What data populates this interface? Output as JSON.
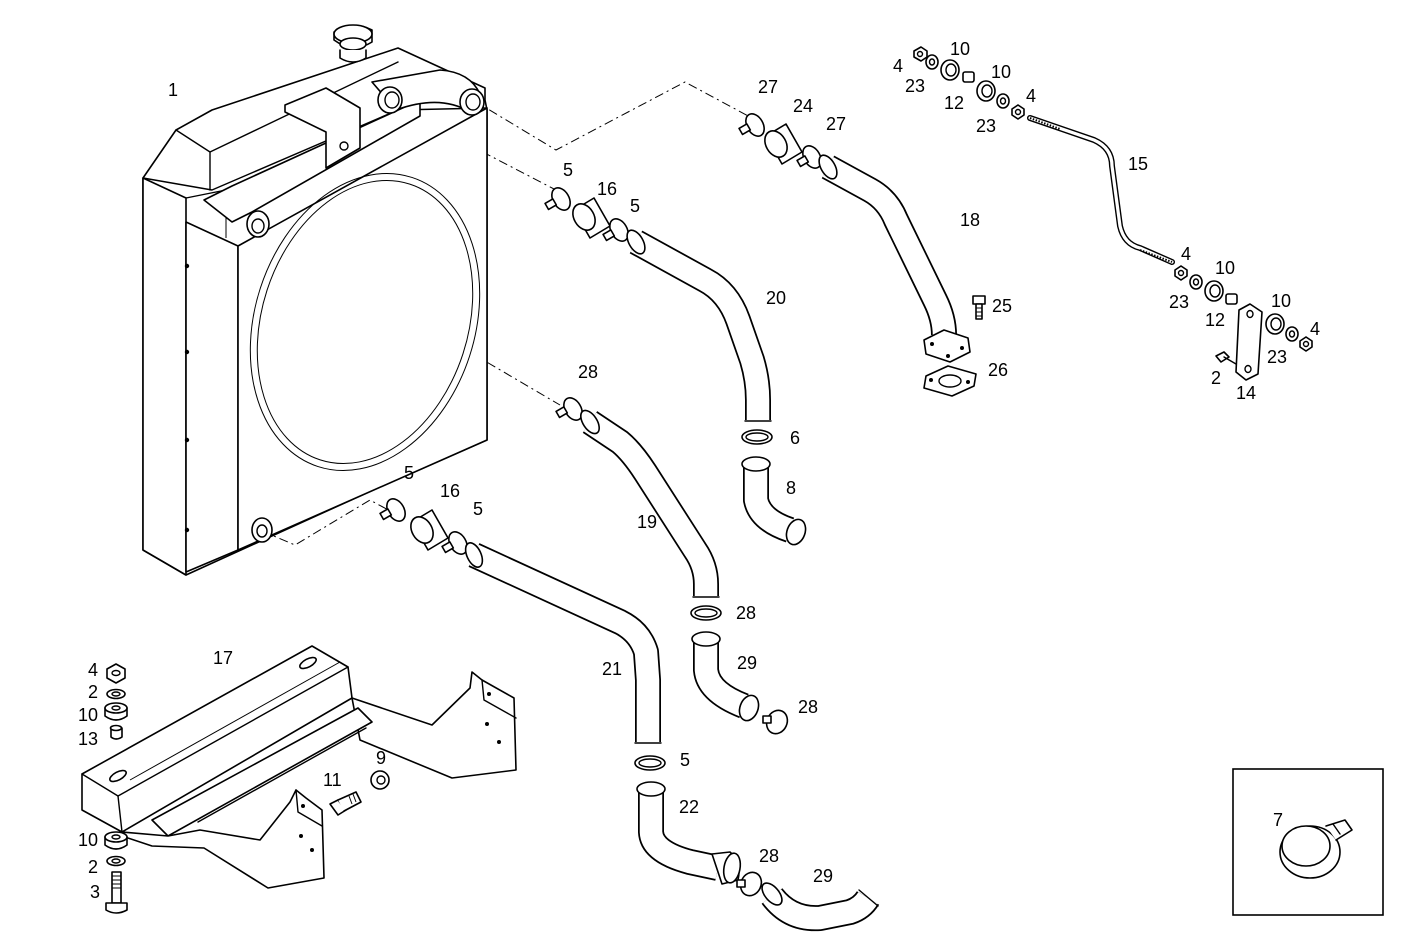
{
  "diagram": {
    "labels": {
      "radiator": "1",
      "bracket_bolt": "3",
      "frame": "17",
      "nut_bottom": "4",
      "washer_bottom": "2",
      "pad_bottom": "10",
      "bushing_bottom": "13",
      "bolt_11": "11",
      "washer_9": "9",
      "pad_low": "10",
      "washer_low": "2",
      "clamp_upper_a": "5",
      "sleeve_upper": "16",
      "clamp_upper_b": "5",
      "hose_20": "20",
      "clamp_6": "6",
      "elbow_8": "8",
      "clamp_28_a": "28",
      "hose_19": "19",
      "clamp_28_b": "28",
      "elbow_29_a": "29",
      "clamp_28_c": "28",
      "clamp_lower_a": "5",
      "sleeve_lower": "16",
      "clamp_lower_b": "5",
      "hose_21": "21",
      "clamp_5_bottom": "5",
      "elbow_22": "22",
      "clamp_28_d": "28",
      "elbow_29_b": "29",
      "clamp_27_a": "27",
      "sleeve_24": "24",
      "clamp_27_b": "27",
      "pipe_18": "18",
      "bolt_25": "25",
      "gasket_26": "26",
      "nut_top": "4",
      "washer_23_a": "23",
      "pad_10_a": "10",
      "bushing_12_a": "12",
      "pad_10_b": "10",
      "washer_23_b": "23",
      "nut_4_b": "4",
      "rod_15": "15",
      "nut_4_c": "4",
      "washer_23_c": "23",
      "pad_10_c": "10",
      "bushing_12_b": "12",
      "pad_10_d": "10",
      "nut_4_d": "4",
      "washer_23_d": "23",
      "screw_2": "2",
      "plate_14": "14",
      "inset_clamp_7": "7"
    }
  }
}
